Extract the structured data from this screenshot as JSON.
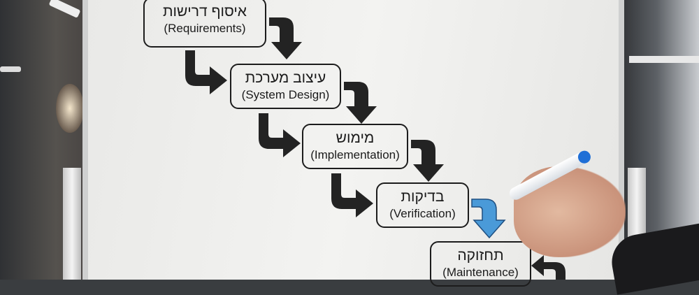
{
  "diagram": {
    "steps": [
      {
        "hebrew": "איסוף דרישות",
        "english": "(Requirements)"
      },
      {
        "hebrew": "עיצוב מערכת",
        "english": "(System Design)"
      },
      {
        "hebrew": "מימוש",
        "english": "(Implementation)"
      },
      {
        "hebrew": "בדיקות",
        "english": "(Verification)"
      },
      {
        "hebrew": "תחזוקה",
        "english": "(Maintenance)"
      }
    ],
    "arrow_color": "#222222",
    "highlight_arrow_color": "#4a9ad8"
  }
}
